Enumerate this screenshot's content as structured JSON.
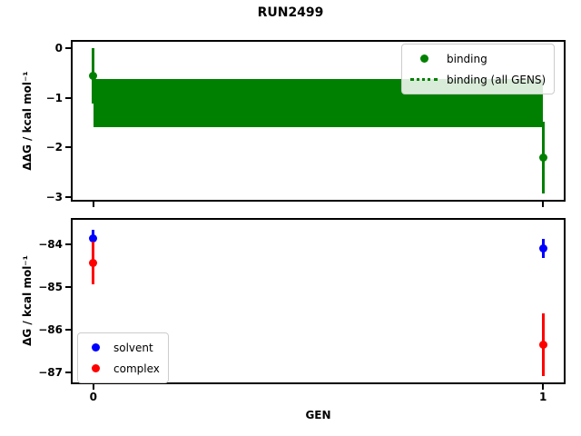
{
  "figure": {
    "title": "RUN2499",
    "background_color": "#ffffff",
    "text_color": "#000000"
  },
  "chart_data": [
    {
      "type": "scatter",
      "panel": "top",
      "ylabel": "ΔΔG / kcal mol⁻¹",
      "xlabel": "",
      "xlim": [
        -0.05,
        1.05
      ],
      "ylim": [
        -3.09,
        0.17
      ],
      "grid": false,
      "yticks": {
        "values": [
          0,
          -1,
          -2,
          -3
        ],
        "labels": [
          "0",
          "−1",
          "−2",
          "−3"
        ]
      },
      "xticks": {
        "values": [
          0,
          1
        ],
        "labels": [
          "",
          ""
        ]
      },
      "series": [
        {
          "name": "binding",
          "color": "#008000",
          "marker": "circle",
          "x": [
            0,
            1
          ],
          "y": [
            -0.55,
            -2.2
          ],
          "yerr": [
            0.56,
            0.72
          ]
        }
      ],
      "band": {
        "name": "binding (all GENS)",
        "color": "#008000",
        "x": [
          0,
          1
        ],
        "y_top": -0.62,
        "y_bottom": -1.59,
        "y_center": -1.1,
        "line_style": "dotted"
      },
      "legend": {
        "position": "upper-right",
        "entries": [
          {
            "label": "binding",
            "swatch": "dot",
            "color": "#008000"
          },
          {
            "label": "binding (all GENS)",
            "swatch": "dotted-line",
            "color": "#008000"
          }
        ]
      }
    },
    {
      "type": "scatter",
      "panel": "bottom",
      "ylabel": "ΔG / kcal mol⁻¹",
      "xlabel": "GEN",
      "xlim": [
        -0.05,
        1.05
      ],
      "ylim": [
        -87.28,
        -83.38
      ],
      "grid": false,
      "yticks": {
        "values": [
          -84,
          -85,
          -86,
          -87
        ],
        "labels": [
          "−84",
          "−85",
          "−86",
          "−87"
        ]
      },
      "xticks": {
        "values": [
          0,
          1
        ],
        "labels": [
          "0",
          "1"
        ]
      },
      "series": [
        {
          "name": "solvent",
          "color": "#0000ff",
          "marker": "circle",
          "x": [
            0,
            1
          ],
          "y": [
            -83.85,
            -84.1
          ],
          "yerr": [
            0.2,
            0.22
          ]
        },
        {
          "name": "complex",
          "color": "#ff0000",
          "marker": "circle",
          "x": [
            0,
            1
          ],
          "y": [
            -84.43,
            -86.35
          ],
          "yerr": [
            0.5,
            0.73
          ]
        }
      ],
      "legend": {
        "position": "lower-left",
        "entries": [
          {
            "label": "solvent",
            "swatch": "dot",
            "color": "#0000ff"
          },
          {
            "label": "complex",
            "swatch": "dot",
            "color": "#ff0000"
          }
        ]
      }
    }
  ]
}
